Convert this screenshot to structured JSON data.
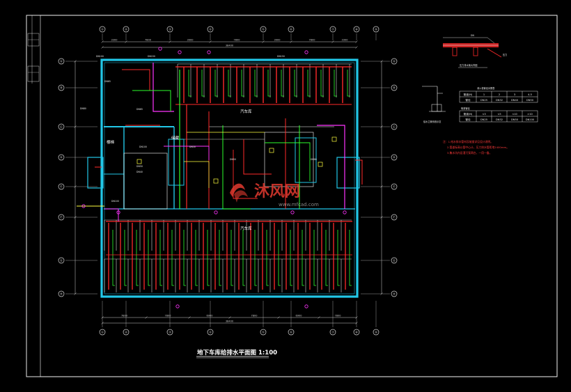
{
  "drawing": {
    "title": "地下车库给排水平面图 1:100",
    "room_labels": [
      {
        "text": "汽车库"
      },
      {
        "text": "汽车库"
      },
      {
        "text": "楼梯"
      },
      {
        "text": "储藏"
      }
    ],
    "grid_top": [
      "①",
      "②",
      "③",
      "④",
      "⑤",
      "⑥",
      "⑦",
      "⑧",
      "⑨"
    ],
    "grid_left": [
      "Ⓐ",
      "Ⓑ",
      "Ⓒ",
      "Ⓓ",
      "Ⓔ",
      "Ⓕ",
      "Ⓖ",
      "Ⓗ"
    ],
    "dims_top": [
      "3300",
      "7800",
      "3900",
      "7800",
      "3900",
      "7800",
      "3300"
    ],
    "dims_bottom": [
      "7800",
      "7800",
      "6900",
      "7800",
      "6900",
      "7800"
    ],
    "total_dim": "38400",
    "detail_title": "压力排水管大样图",
    "riser_title": "给水立管系统示意",
    "table1": {
      "title": "消火栓管径对照表",
      "headers": [
        "管道(N)",
        "1",
        "2",
        "3",
        "4-5"
      ],
      "row": [
        "管径",
        "DN25",
        "DN32",
        "DN40",
        "DN50"
      ]
    },
    "table2": {
      "title": "喷淋管径",
      "headers": [
        "管道(N)",
        "<3",
        "<5",
        "<10",
        ">10"
      ],
      "row": [
        "管径",
        "DN25",
        "DN32",
        "DN50",
        "DN100"
      ]
    },
    "notes": [
      "注：1.给水排水管材及坡度详见设计说明。",
      "2.管道标高以管中心计，压力排水管距地2400mm。",
      "3.集水坑内设潜污泵两台，一用一备。"
    ]
  },
  "watermark": {
    "main": "沐风网",
    "url": "www.mfcad.com"
  },
  "colors": {
    "wall": "#22c7e8",
    "pipe_red": "#ff2a2a",
    "pipe_green": "#2cff2c",
    "pipe_magenta": "#ff34ff",
    "pipe_yellow": "#ffff40",
    "frame": "#ffffff"
  }
}
